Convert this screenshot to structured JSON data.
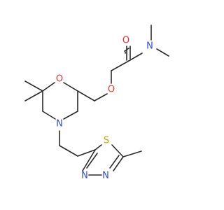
{
  "molecule": {
    "colors": {
      "carbon_bond": "#2b2b2b",
      "oxygen": "#e8322b",
      "nitrogen": "#2f4ce8",
      "sulfur": "#c8a400"
    },
    "atoms": {
      "amide_o": "O",
      "amide_n": "N",
      "ether_o": "O",
      "ring_o": "O",
      "ring_n": "N",
      "thiadiazole_s": "S",
      "thiadiazole_n1": "N",
      "thiadiazole_n2": "N"
    }
  }
}
